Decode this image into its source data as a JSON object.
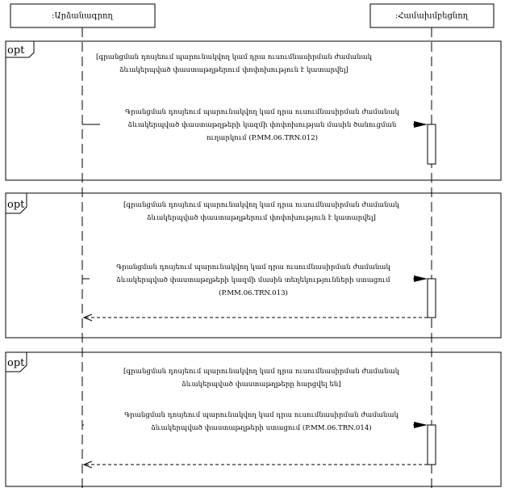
{
  "lifelines": {
    "left": {
      "label": ":Արձանագրող"
    },
    "right": {
      "label": ":Համախմբեցնող"
    }
  },
  "fragments": [
    {
      "tag": "opt",
      "guard": [
        "[գրանցման դոսյեում պարունակվող կամ դրա ուսումնասիրման ժամանակ",
        "ձևակերպված փաստաթղթերում փոփոխություն է կատարվել]"
      ],
      "message": [
        "Գրանցման դոսյեում պարունակվող կամ դրա ուսումնասիրման ժամանակ",
        "ձևակերպված փաստաթղթերի կազմի փոփոխության մասին ծանուցման",
        "ուղարկում (P.MM.06.TRN.012)"
      ],
      "has_reply": false
    },
    {
      "tag": "opt",
      "guard": [
        "[գրանցման դոսյեում պարունակվող կամ դրա ուսումնասիրման ժամանակ",
        "ձևակերպված փաստաթղթերում փոփոխություն է կատարվել]"
      ],
      "message": [
        "Գրանցման դոսյեում պարունակվող կամ դրա ուսումնասիրման ժամանակ",
        "ձևակերպված փաստաթղթերի կազմի մասին տեղեկությունների ստացում",
        "(P.MM.06.TRN.013)"
      ],
      "has_reply": true
    },
    {
      "tag": "opt",
      "guard": [
        "[գրանցման դոսյեում պարունակվող կամ դրա ուսումնասիրման ժամանակ",
        "ձևակերպված փաստաթղթերը հարցվել են]"
      ],
      "message": [
        "Գրանցման դոսյեում պարունակվող կամ դրա ուսումնասիրման ժամանակ",
        "ձևակերպված փաստաթղթերի ստացում (P.MM.06.TRN.014)"
      ],
      "has_reply": true
    }
  ]
}
